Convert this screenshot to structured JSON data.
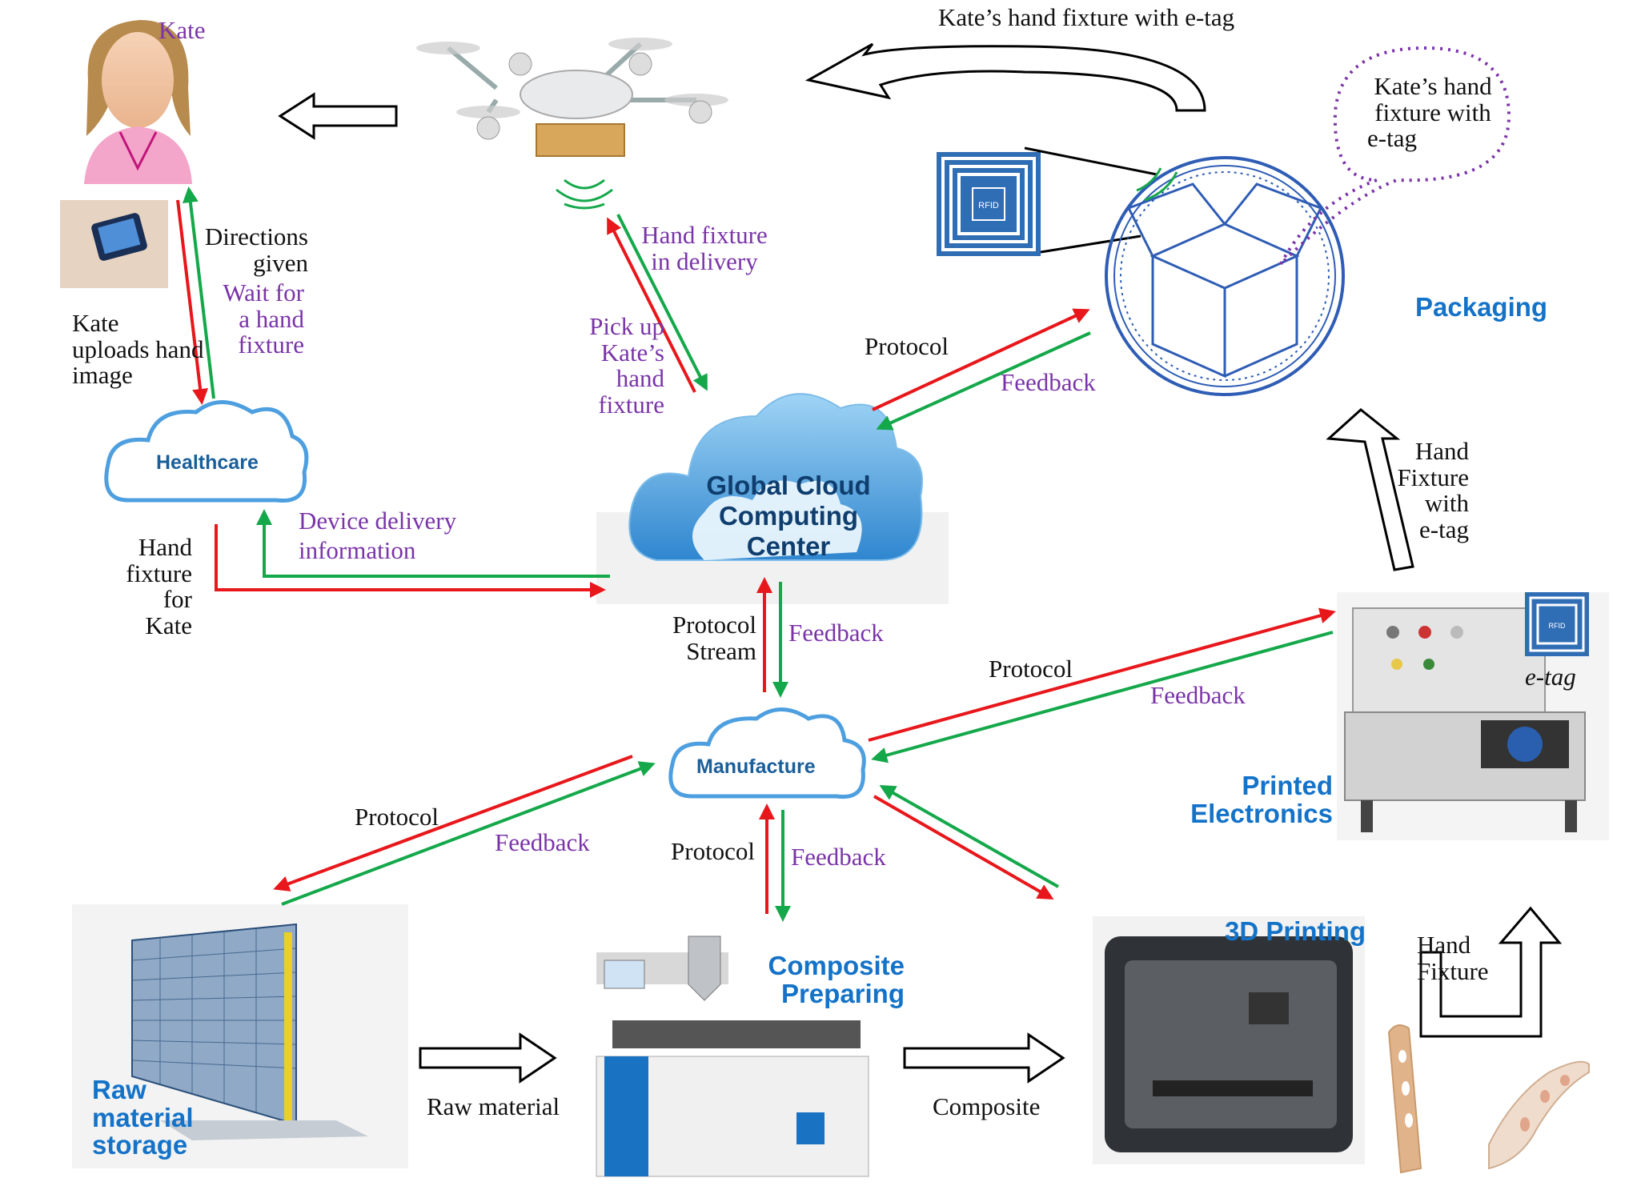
{
  "labels": {
    "kate_name": "Kate",
    "top_arc": "Kate’s hand fixture with e-tag",
    "bubble": [
      "Kate’s hand",
      "fixture with",
      "e-tag"
    ],
    "directions": [
      "Directions",
      "given"
    ],
    "wait": [
      "Wait for",
      "a hand",
      "fixture"
    ],
    "kate_uploads": [
      "Kate",
      "uploads hand",
      "image"
    ],
    "hand_fixture_delivery": [
      "Hand fixture",
      "in delivery"
    ],
    "pickup": [
      "Pick up",
      "Kate’s",
      "hand",
      "fixture"
    ],
    "protocol_pack": "Protocol",
    "feedback_pack": "Feedback",
    "packaging": "Packaging",
    "device_delivery": [
      "Device delivery",
      "information"
    ],
    "hand_fixture_for_kate": [
      "Hand",
      "fixture",
      "for",
      "Kate"
    ],
    "hand_fixture_etag": [
      "Hand",
      "Fixture",
      "with",
      "e-tag"
    ],
    "protocol_stream": [
      "Protocol",
      "Stream"
    ],
    "feedback_center": "Feedback",
    "protocol_pe": "Protocol",
    "feedback_pe": "Feedback",
    "etag": "e-tag",
    "printed_electronics": [
      "Printed",
      "Electronics"
    ],
    "protocol_raw": "Protocol",
    "feedback_raw": "Feedback",
    "protocol_comp": "Protocol",
    "feedback_comp": "Feedback",
    "three_d_printing": "3D Printing",
    "composite_preparing": [
      "Composite",
      "Preparing"
    ],
    "hand_fixture": [
      "Hand",
      "Fixture"
    ],
    "raw_material_storage": [
      "Raw",
      "material",
      "storage"
    ],
    "raw_material": "Raw material",
    "composite": "Composite"
  },
  "clouds": {
    "healthcare": "Healthcare",
    "global": [
      "Global Cloud",
      "Computing",
      "Center"
    ],
    "manufacture": "Manufacture"
  },
  "icons": {
    "rfid_chip": "RFID",
    "etag_chip": "RFID"
  },
  "colors": {
    "arrow_red": "#e8171b",
    "arrow_green": "#15a84b",
    "label_purple": "#7a34a8",
    "label_blue": "#1473c8",
    "cloud_blue": "#5aa9e6"
  }
}
